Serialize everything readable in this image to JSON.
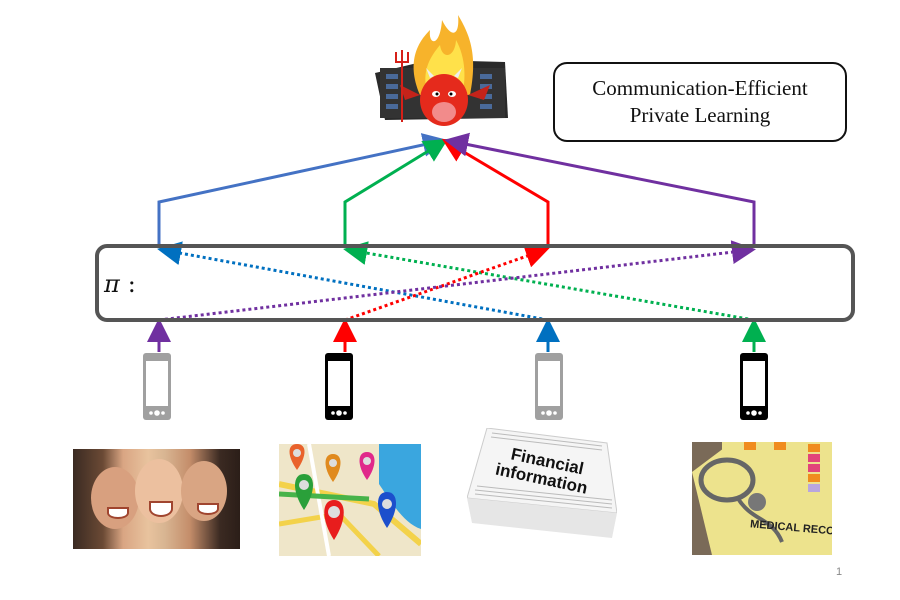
{
  "title_box": {
    "line1": "Communication-Efficient",
    "line2": "Private Learning"
  },
  "server": {
    "label": "untrusted-server",
    "icon": "devil-server-icon"
  },
  "shuffler": {
    "symbol": "π",
    "separator": ":"
  },
  "devices": [
    {
      "name": "phone-1",
      "style": "gray",
      "color": "#7030a0",
      "maps_to": "phone-4-slot"
    },
    {
      "name": "phone-2",
      "style": "black",
      "color": "#ff0000",
      "maps_to": "phone-3-slot"
    },
    {
      "name": "phone-3",
      "style": "gray",
      "color": "#0070c0",
      "maps_to": "phone-1-slot"
    },
    {
      "name": "phone-4",
      "style": "black",
      "color": "#00b050",
      "maps_to": "phone-2-slot"
    }
  ],
  "data_sources": [
    {
      "name": "personal-photos",
      "caption": ""
    },
    {
      "name": "location-map",
      "caption": ""
    },
    {
      "name": "financial-information",
      "caption": "Financial information"
    },
    {
      "name": "medical-record",
      "caption": "MEDICAL RECORD"
    }
  ],
  "colors": {
    "blue": "#4472c4",
    "blue_dotted": "#0070c0",
    "green": "#00b050",
    "red": "#ff0000",
    "purple": "#7030a0",
    "box_border": "#555555"
  },
  "page_number": "1"
}
